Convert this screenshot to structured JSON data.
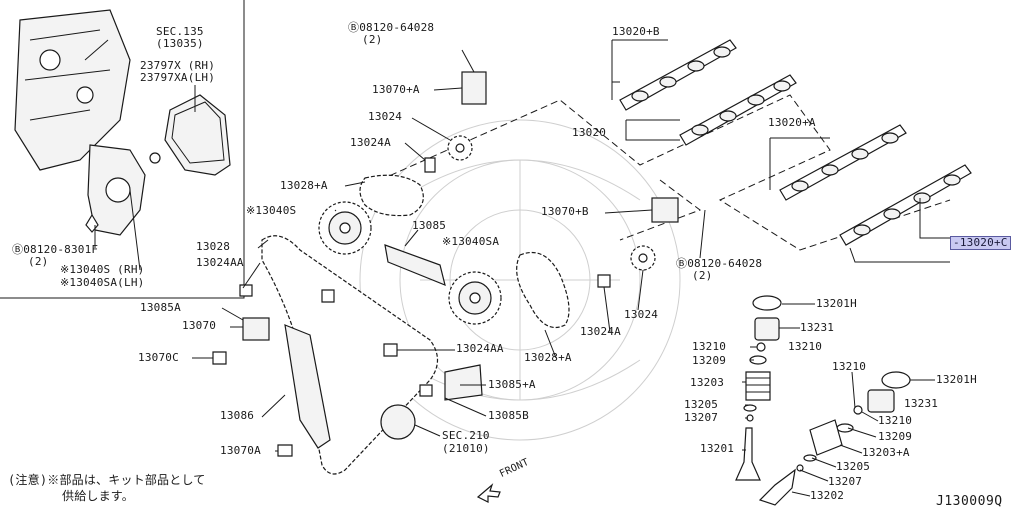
{
  "diagram": {
    "inset": {
      "sec135": "SEC.135",
      "sec135_ref": "(13035)",
      "gasket_rh": "23797X (RH)",
      "gasket_lh": "23797XA(LH)",
      "bolt_8301f": "08120-8301F",
      "bolt_8301f_qty": "(2)",
      "part_13040s_rh": "※13040S (RH)",
      "part_13040sa_lh": "※13040SA(LH)"
    },
    "labels": {
      "bolt_64028_top": "08120-64028",
      "bolt_64028_top_qty": "(2)",
      "p13070a": "13070+A",
      "p13024": "13024",
      "p13024a": "13024A",
      "p13028a_top": "13028+A",
      "p13040s": "※13040S",
      "p13085": "13085",
      "p13040sa": "※13040SA",
      "p13028": "13028",
      "p13024aa_left": "13024AA",
      "p13085a": "13085A",
      "p13070": "13070",
      "p13070c": "13070C",
      "p13086": "13086",
      "p13070a_bottom": "13070A",
      "p13024aa_mid": "13024AA",
      "p13085a_plus": "13085+A",
      "p13085b": "13085B",
      "sec210": "SEC.210",
      "sec210_ref": "(21010)",
      "p13028a_mid": "13028+A",
      "p13024a_mid": "13024A",
      "p13024_mid": "13024",
      "p13070b": "13070+B",
      "bolt_64028_mid": "08120-64028",
      "bolt_64028_mid_qty": "(2)",
      "p13020b": "13020+B",
      "p13020": "13020",
      "p13020a": "13020+A",
      "p13020c": "13020+C",
      "p13201h_left": "13201H",
      "p13231_left": "13231",
      "p13210_a": "13210",
      "p13210_b": "13210",
      "p13209_left": "13209",
      "p13203": "13203",
      "p13205_left": "13205",
      "p13207_left": "13207",
      "p13201": "13201",
      "p13210_right_top": "13210",
      "p13201h_right": "13201H",
      "p13231_right": "13231",
      "p13210_right": "13210",
      "p13209_right": "13209",
      "p13203a": "13203+A",
      "p13205_right": "13205",
      "p13207_right": "13207",
      "p13202": "13202",
      "front": "FRONT"
    },
    "note_line1": "(注意)※部品は、キット部品として",
    "note_line2": "供給します。",
    "diagram_code": "J130009Q",
    "highlight_color": "#c9c9f2"
  }
}
